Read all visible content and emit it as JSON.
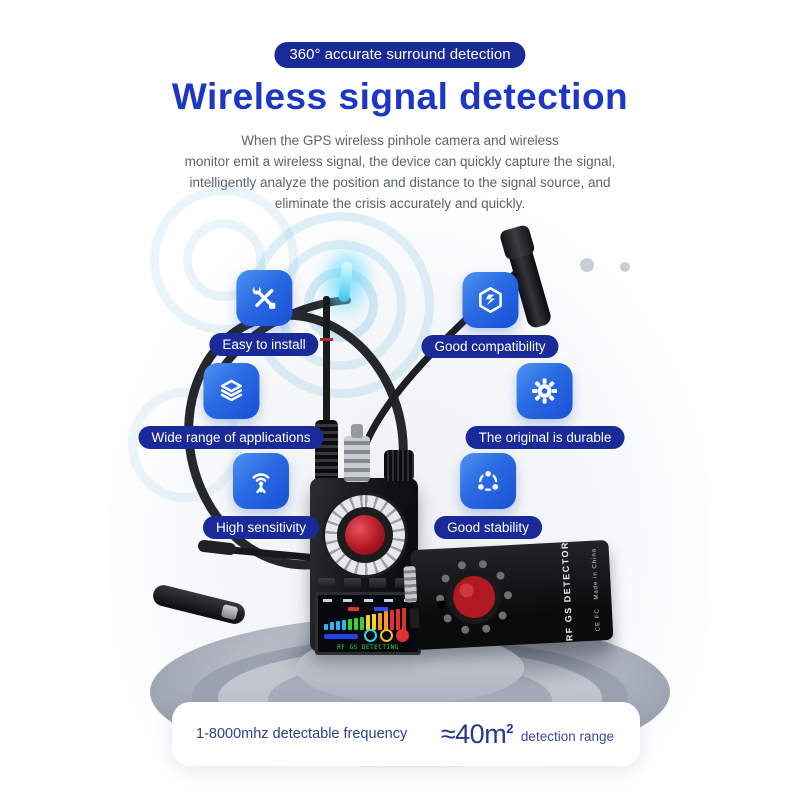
{
  "badge": {
    "label": "360° accurate surround detection"
  },
  "heading": {
    "title": "Wireless signal detection"
  },
  "description": {
    "lines": [
      "When the GPS wireless pinhole camera and wireless",
      "monitor emit a wireless signal, the device can quickly capture the signal,",
      "intelligently analyze the position and distance to the signal source, and",
      "eliminate the crisis accurately and quickly."
    ]
  },
  "features": [
    {
      "label": "Easy to install",
      "icon": "tools-icon"
    },
    {
      "label": "Good compatibility",
      "icon": "hexagon-bolt-icon"
    },
    {
      "label": "Wide range of applications",
      "icon": "layers-icon"
    },
    {
      "label": "The original is durable",
      "icon": "gear-icon"
    },
    {
      "label": "High sensitivity",
      "icon": "antenna-icon"
    },
    {
      "label": "Good stability",
      "icon": "share-icon"
    }
  ],
  "product": {
    "side_device_label": "RF GS DETECTOR",
    "side_device_marks": "CE FC",
    "side_device_origin": "Made in China",
    "screen_status": "RF GS DETECTING",
    "lcd_bars": [
      {
        "h": 6,
        "c": "#2bb7f0"
      },
      {
        "h": 8,
        "c": "#2bb7f0"
      },
      {
        "h": 9,
        "c": "#2bb7f0"
      },
      {
        "h": 10,
        "c": "#2bb7f0"
      },
      {
        "h": 11,
        "c": "#35d435"
      },
      {
        "h": 12,
        "c": "#35d435"
      },
      {
        "h": 13,
        "c": "#35d435"
      },
      {
        "h": 15,
        "c": "#f4d423"
      },
      {
        "h": 16,
        "c": "#f4d423"
      },
      {
        "h": 17,
        "c": "#f59a1e"
      },
      {
        "h": 19,
        "c": "#f59a1e"
      },
      {
        "h": 20,
        "c": "#e23333"
      },
      {
        "h": 21,
        "c": "#e23333"
      },
      {
        "h": 22,
        "c": "#e23333"
      }
    ]
  },
  "specs": {
    "frequency_label": "1-8000mhz detectable frequency",
    "range_value": "≈40m",
    "range_superscript": "2",
    "range_label": "detection range"
  },
  "colors": {
    "accent_blue": "#1d36c4",
    "pill_navy": "#1a2b99",
    "icon_blue": "#2a6ae2",
    "lens_red": "#b01822"
  }
}
